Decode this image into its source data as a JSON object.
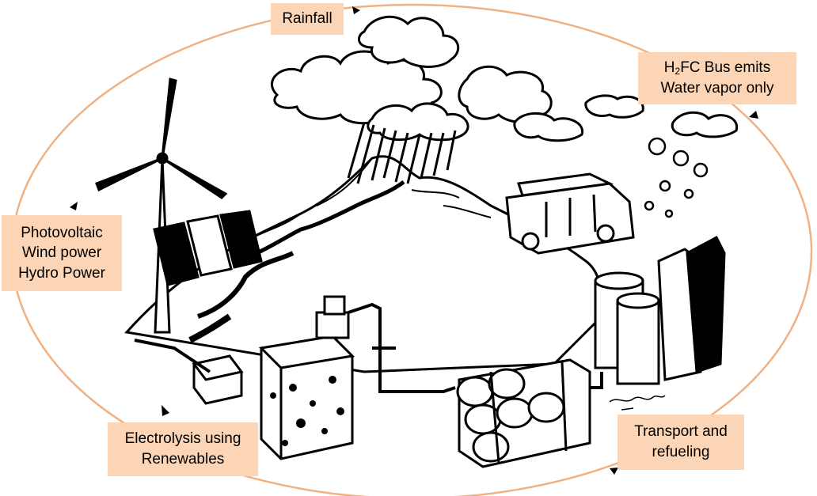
{
  "labels": {
    "rainfall": "Rainfall",
    "bus_line1_h": "H",
    "bus_line1_sub": "2",
    "bus_line1_rest": "FC Bus emits",
    "bus_line2": "Water vapor only",
    "power": [
      "Photovoltaic",
      "Wind power",
      "Hydro Power"
    ],
    "electrolysis": [
      "Electrolysis using",
      "Renewables"
    ],
    "transport": [
      "Transport and",
      "refueling"
    ]
  },
  "colors": {
    "label_fill": "#FBD5B5",
    "cycle_line": "#F0B183",
    "ink": "#000000"
  },
  "icons": [
    "wind-turbine-icon",
    "solar-panel-icon",
    "cloud-icon",
    "rain-icon",
    "bus-icon",
    "storage-tank-icon",
    "electrolyzer-icon",
    "hydrogen-cylinders-icon",
    "pipe-icon"
  ]
}
